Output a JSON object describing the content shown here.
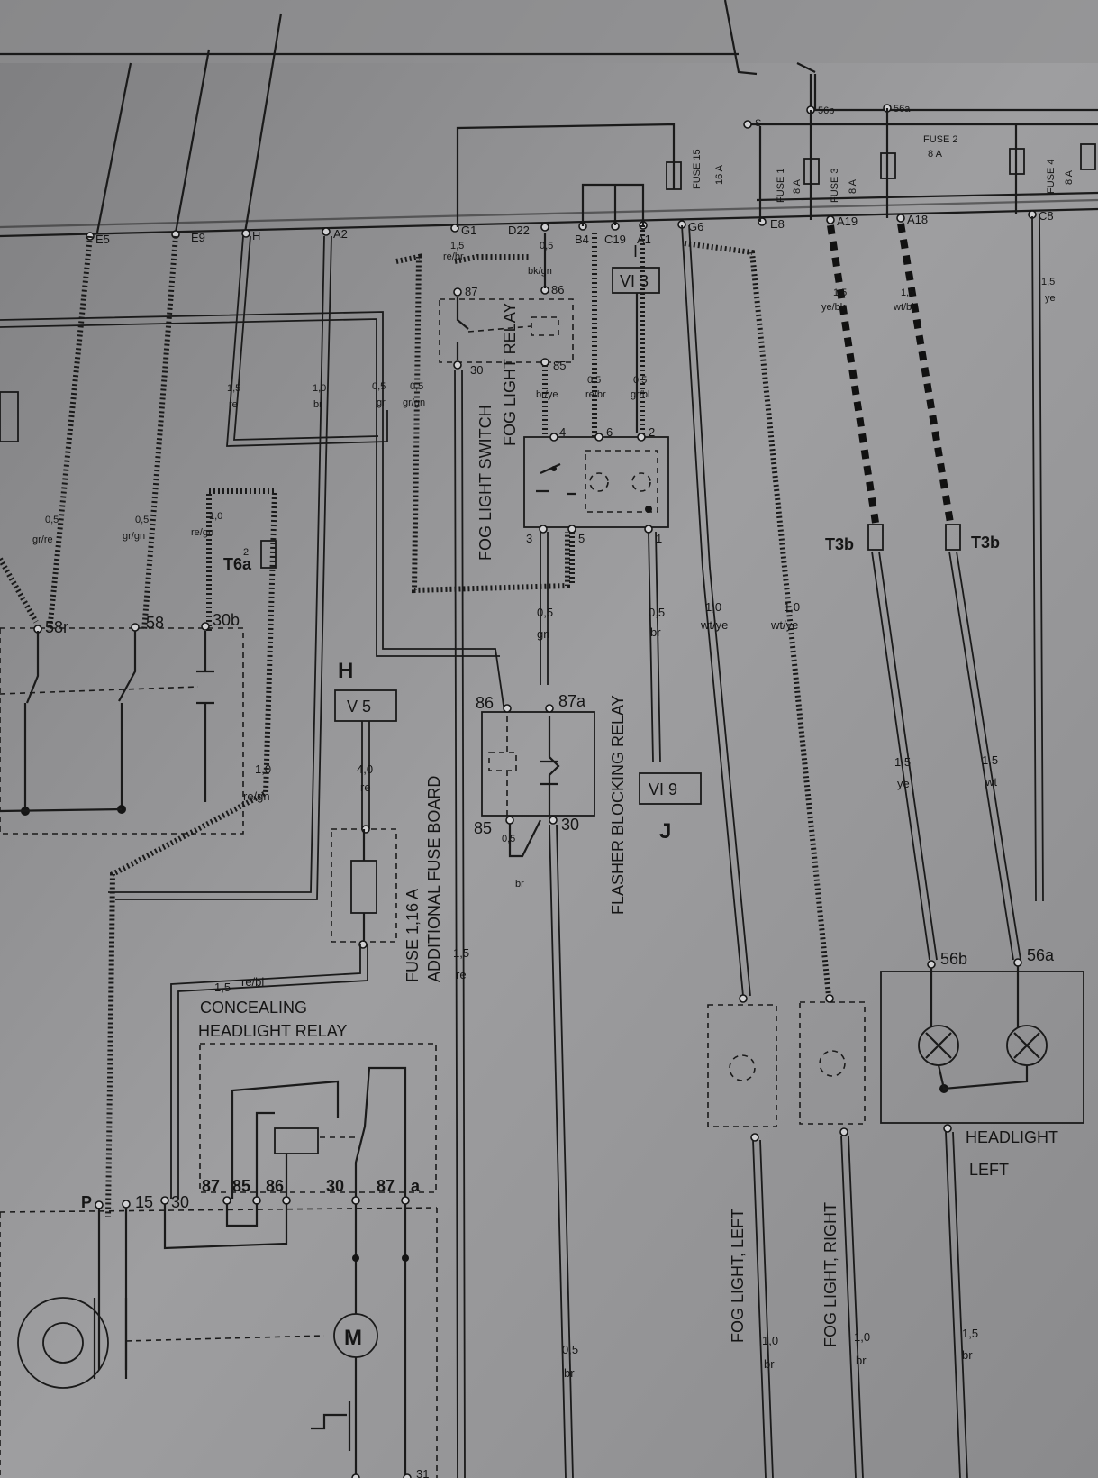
{
  "diagram": {
    "top_bus_terminals": {
      "e5": "E5",
      "e9": "E9",
      "h": "H",
      "a2": "A2",
      "g1": "G1",
      "d22": "D22",
      "b4": "B4",
      "c19": "C19",
      "a1": "A1",
      "g6": "G6",
      "e8": "E8",
      "a19": "A19",
      "a18": "A18",
      "c8": "C8"
    },
    "fuses": {
      "fuse15_name": "FUSE 15",
      "fuse15_rating": "16 A",
      "fuse1_name": "FUSE 1",
      "fuse1_rating": "8 A",
      "fuse3_name": "FUSE 3",
      "fuse3_rating": "8 A",
      "fuse2_name": "FUSE 2",
      "fuse2_rating": "8 A",
      "fuse4_name": "FUSE 4",
      "fuse4_rating": "8 A",
      "feed_s": "S",
      "feed_56b": "56b",
      "feed_56a": "56a"
    },
    "wire_labels": {
      "g1_gauge": "1,5",
      "g1_color": "re/br",
      "d22_gauge": "0,5",
      "d22_color": "bk/gn",
      "h_gauge": "1,5",
      "h_color": "re",
      "a2_gauge": "1,0",
      "a2_color": "br",
      "gr_gauge": "0,5",
      "gr_color": "gr",
      "grgn_gauge": "0,5",
      "grgn_color": "gr/gn",
      "bryе_gauge": "0,5",
      "brye_color": "br/ye",
      "rebr_gauge": "0,5",
      "rebr_color": "re/br",
      "grbl_gauge": "0,5",
      "grbl_color": "gr/bl",
      "a19_gauge": "1,5",
      "a19_color": "ye/bk",
      "a18_gauge": "1,5",
      "a18_color": "wt/bl",
      "c8_gauge": "1,5",
      "c8_color": "ye",
      "grre_gauge": "0,5",
      "grre_color": "gr/re",
      "grgn2_gauge": "0,5",
      "grgn2_color": "gr/gn",
      "regn_gauge": "1,0",
      "regn_color": "re/gn",
      "re_left_gauge": "1,5",
      "re_left_color": "re",
      "gn_gauge": "0,5",
      "gn_color": "gn",
      "br_gauge": "0,5",
      "br_color": "br",
      "wtye1_gauge": "1,0",
      "wtye1_color": "wt/ye",
      "wtye2_gauge": "1,0",
      "wtye2_color": "wt/ye",
      "ye_gauge": "1,5",
      "ye_color": "ye",
      "wt_gauge": "1,5",
      "wt_color": "wt",
      "regn2_gauge": "1,0",
      "regn2_color": "re/gn",
      "v5_gauge": "4,0",
      "v5_color": "re",
      "rebl_gauge": "1,5",
      "rebl_color": "re/bl",
      "center_gauge": "1,5",
      "center_color": "re",
      "flasher_br_gauge": "0,5",
      "flasher_br_color": "br",
      "bottom_br1_gauge": "0,5",
      "bottom_br1_color": "br",
      "bottom_br2_gauge": "1,0",
      "bottom_br2_color": "br",
      "bottom_br3_gauge": "1,0",
      "bottom_br3_color": "br",
      "bottom_br4_gauge": "1,5",
      "bottom_br4_color": "br"
    },
    "components": {
      "fog_light_relay": "FOG LIGHT RELAY",
      "relay_pins": {
        "p87": "87",
        "p86": "86",
        "p30": "30",
        "p85": "85"
      },
      "relay_ref_code": "VI 3",
      "relay_ref_letter": "I",
      "fog_light_switch": "FOG LIGHT SWITCH",
      "switch_pins": {
        "p4": "4",
        "p6": "6",
        "p2": "2",
        "p3": "3",
        "p5": "5",
        "p1": "1"
      },
      "dimmer_pins": {
        "p58r": "58r",
        "p58": "58",
        "p30b": "30b"
      },
      "t6a_label": "T6a",
      "t6a_sup": "2",
      "t3b_left": "T3b",
      "t3b_right": "T3b",
      "h_marker": "H",
      "v5_code": "V 5",
      "fuse_board_1": "FUSE 1,16 A",
      "fuse_board_2": "ADDITIONAL  FUSE BOARD",
      "flasher_blocking_relay": "FLASHER BLOCKING RELAY",
      "flasher_pins": {
        "p86": "86",
        "p87a": "87a",
        "p85": "85",
        "p30": "30"
      },
      "vi9_code": "VI 9",
      "j_marker": "J",
      "concealing_relay_1": "CONCEALING",
      "concealing_relay_2": "HEADLIGHT RELAY",
      "concealing_pins": {
        "p87": "87",
        "p85": "85",
        "p86": "86",
        "p30": "30",
        "p87a": "87",
        "pa": "a"
      },
      "motor_letter": "M",
      "motor_pins": {
        "p": "P",
        "p15": "15",
        "p30": "30"
      },
      "fog_light_left": "FOG LIGHT, LEFT",
      "fog_light_right": "FOG LIGHT, RIGHT",
      "headlight_pins": {
        "p56b": "56b",
        "p56a": "56a"
      },
      "headlight_left_1": "HEADLIGHT",
      "headlight_left_2": "LEFT",
      "bottom_pin": "31"
    }
  }
}
